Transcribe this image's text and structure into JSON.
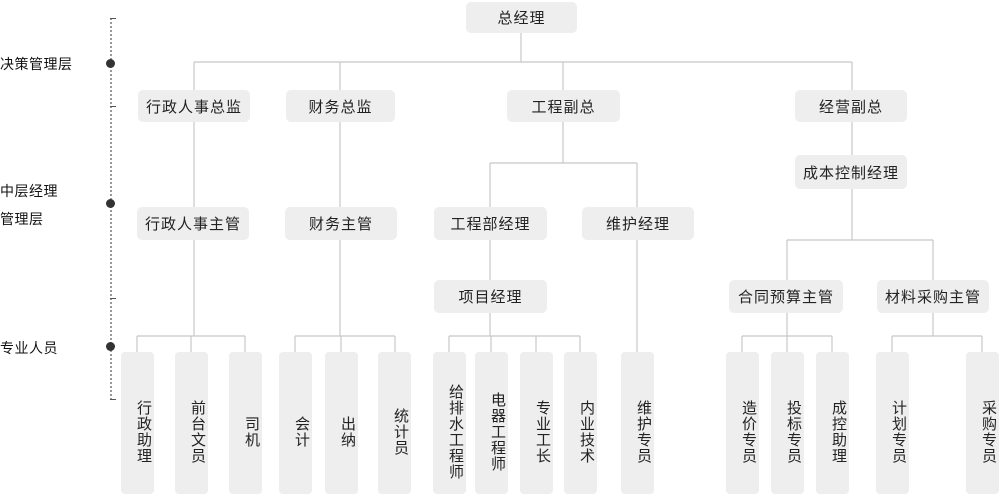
{
  "colors": {
    "node_bg": "#eeeeee",
    "line": "#c8c8c8",
    "axis": "#333333",
    "text": "#222222"
  },
  "layers": {
    "decision": "决策管理层",
    "middle_line1": "中层经理",
    "middle_line2": "管理层",
    "staff": "专业人员"
  },
  "org": {
    "top": "总经理",
    "hr_director": "行政人事总监",
    "finance_director": "财务总监",
    "eng_vp": "工程副总",
    "biz_vp": "经营副总",
    "cost_manager": "成本控制经理",
    "hr_supervisor": "行政人事主管",
    "finance_supervisor": "财务主管",
    "eng_manager": "工程部经理",
    "maint_manager": "维护经理",
    "project_manager": "项目经理",
    "contract_supervisor": "合同预算主管",
    "material_supervisor": "材料采购主管"
  },
  "staff": {
    "admin_assistant": "行政助理",
    "front_desk": "前台文员",
    "driver": "司机",
    "accountant": "会计",
    "cashier": "出纳",
    "statistician": "统计员",
    "plumbing_engineer": "给排水工程师",
    "electrical_engineer": "电器工程师",
    "foreman": "专业工长",
    "interior_tech": "内业技术",
    "maint_specialist": "维护专员",
    "cost_specialist": "造价专员",
    "bid_specialist": "投标专员",
    "cost_control_assistant": "成控助理",
    "planning_specialist": "计划专员",
    "purchasing_specialist": "采购专员"
  }
}
